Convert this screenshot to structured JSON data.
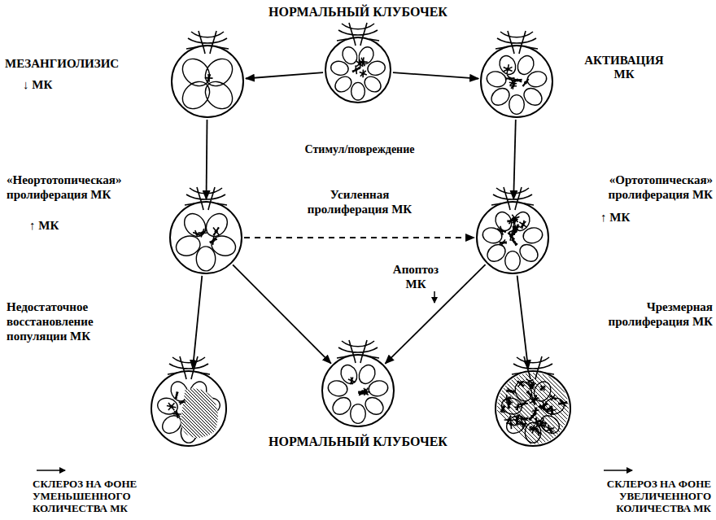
{
  "diagram": {
    "nodes": [
      {
        "text": [
          "НОРМАЛЬНЫЙ КЛУБОЧЕК"
        ]
      },
      {
        "text": [
          "МЕЗАНГИОЛИЗИС",
          "↓ МК"
        ]
      },
      {
        "text": [
          "АКТИВАЦИЯ МК"
        ]
      },
      {
        "text": []
      },
      {
        "text": []
      },
      {
        "text": [
          "СКЛЕРОЗ НА ФОНЕ УМЕНЬШЕННОГО КОЛИЧЕСТВА МК"
        ]
      },
      {
        "text": [
          "НОРМАЛЬНЫЙ КЛУБОЧЕК"
        ]
      },
      {
        "text": [
          "СКЛЕРОЗ НА ФОНЕ УВЕЛИЧЕННОГО КОЛИЧЕСТВА МК"
        ]
      }
    ],
    "edges": [
      {
        "from": 0,
        "to": 1,
        "arrow": "to"
      },
      {
        "from": 0,
        "to": 2,
        "arrow": "to"
      },
      {
        "from": 1,
        "to": 3,
        "label": "«Неортотопическая» пролиферация МК",
        "arrow": "to"
      },
      {
        "from": 2,
        "to": 4,
        "label": "«Ортотопическая» пролиферация МК",
        "arrow": "to"
      },
      {
        "from": 3,
        "to": 4,
        "label": "Усиленная пролиферация МК",
        "arrow": "to"
      },
      {
        "from": 3,
        "to": 5,
        "label": "Недостаточное восстановление популяции МК",
        "arrow": "to"
      },
      {
        "from": 3,
        "to": 6,
        "arrow": "to"
      },
      {
        "from": 4,
        "to": 6,
        "label": "Апоптоз МК",
        "arrow": "to"
      },
      {
        "from": 4,
        "to": 7,
        "label": "Чрезмерная пролиферация МК",
        "arrow": "to"
      }
    ],
    "labels": [
      "Стимул/повреждение",
      "↑ МК",
      "↑ МК"
    ]
  }
}
